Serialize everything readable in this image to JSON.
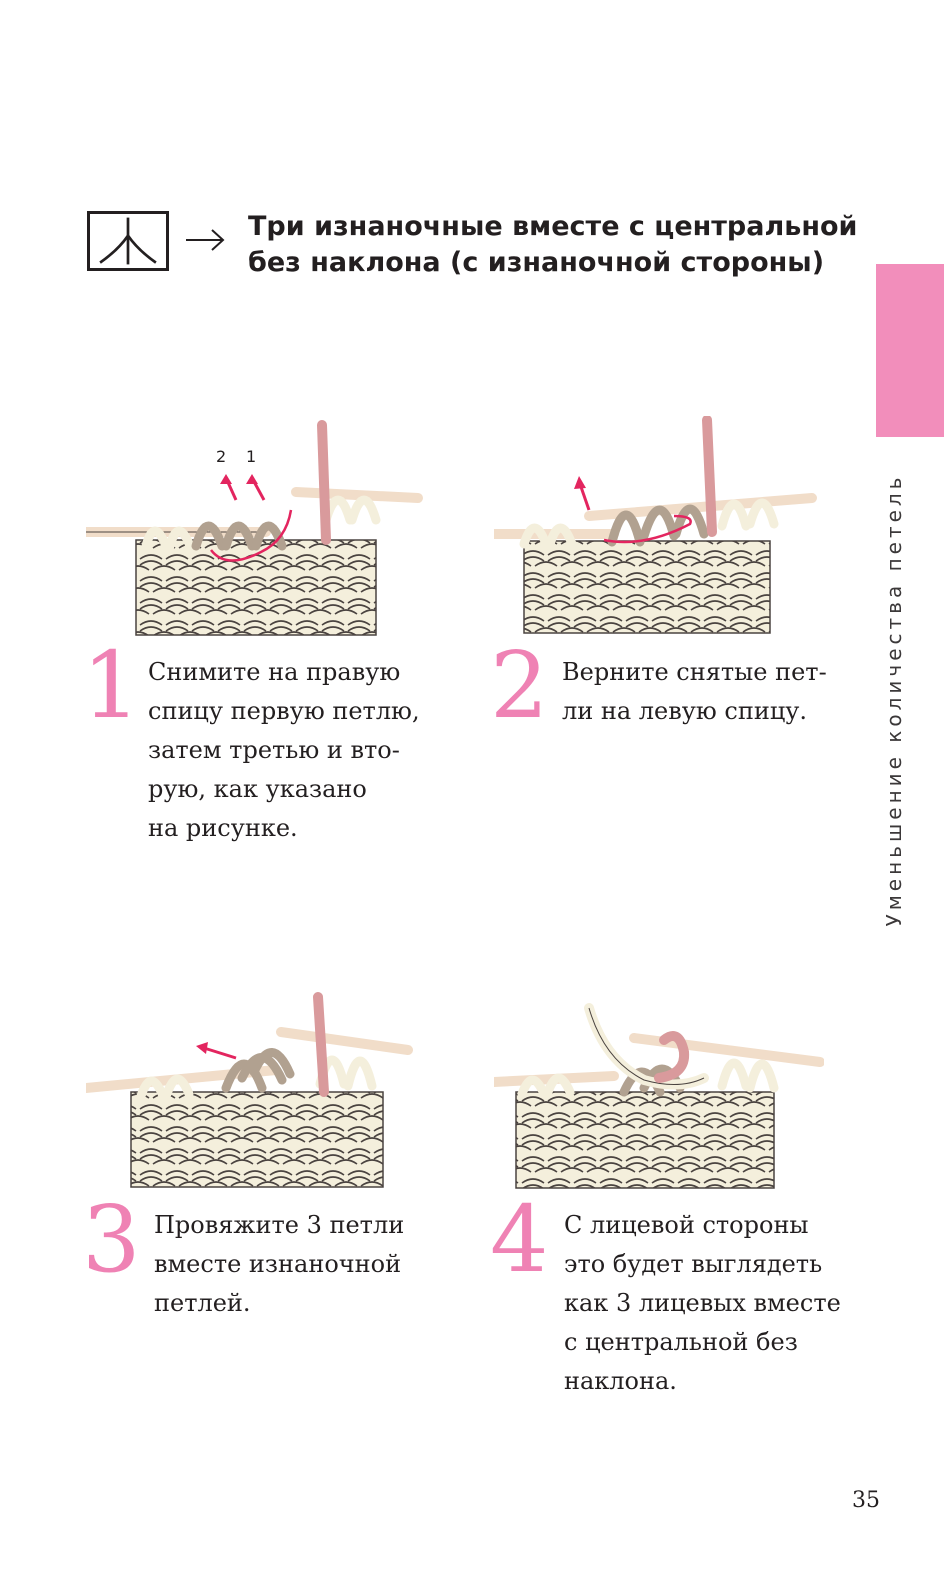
{
  "header": {
    "title_lines": [
      "Три изнаночные вместе с центральной",
      "без наклона (с изнаночной стороны)"
    ]
  },
  "sidebar": {
    "label": "Уменьшение количества петель",
    "tab_color": "#f28ebb"
  },
  "illustration_labels": {
    "arrow_1": "1",
    "arrow_2": "2"
  },
  "steps": [
    {
      "number": "1",
      "lines": [
        "Снимите на правую",
        "спицу первую петлю,",
        "затем третью и вто-",
        "рую, как указано",
        "на рисунке."
      ]
    },
    {
      "number": "2",
      "lines": [
        "Верните снятые пет-",
        "ли на левую спицу."
      ]
    },
    {
      "number": "3",
      "lines": [
        "Провяжите 3 петли",
        "вместе изнаночной",
        "петлей."
      ]
    },
    {
      "number": "4",
      "lines": [
        "С лицевой стороны",
        "это будет выглядеть",
        "как 3 лицевых вместе",
        "с центральной без",
        "наклона."
      ]
    }
  ],
  "page": {
    "number": "35"
  },
  "colors": {
    "accent_pink": "#ef82b4",
    "arrow_red": "#e3255f",
    "yarn_cream": "#f4efdc",
    "yarn_taupe": "#b1a190",
    "needle": "#f1ddc9",
    "working_yarn": "#d99a9c"
  },
  "icons": [
    "chart-symbol-icon",
    "arrow-right-icon"
  ]
}
